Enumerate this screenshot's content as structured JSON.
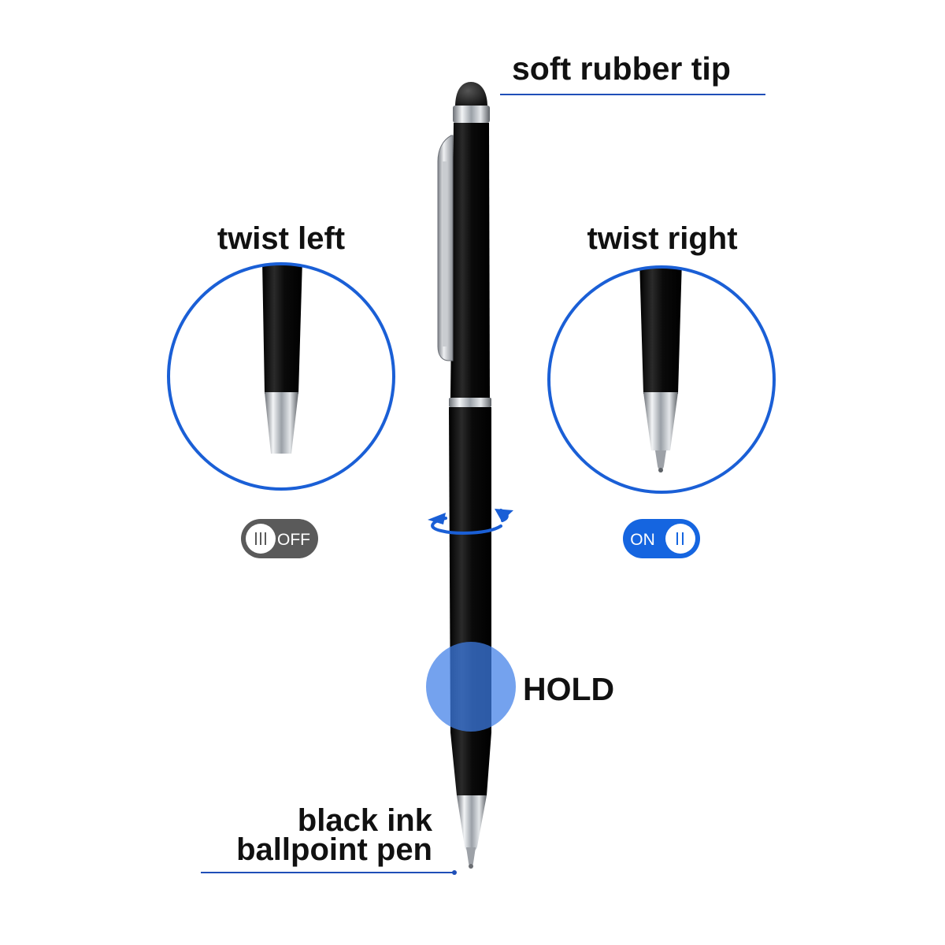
{
  "labels": {
    "stylus_tip": "soft rubber tip",
    "twist_left": "twist left",
    "twist_right": "twist right",
    "hold": "HOLD",
    "ballpoint_line1": "black ink",
    "ballpoint_line2": "ballpoint pen"
  },
  "toggles": {
    "left": {
      "text": "OFF",
      "state": "off"
    },
    "right": {
      "text": "ON",
      "state": "on"
    }
  },
  "colors": {
    "accent_blue": "#1a5fd6",
    "line_blue": "#1f4fb8",
    "hold_blue": "#3f7ee8",
    "toggle_off_bg": "#5a5a5a",
    "toggle_on_bg": "#1565e0",
    "pen_body": "#0e0e0e",
    "chrome": "#b8bcc2",
    "text": "#111111"
  }
}
